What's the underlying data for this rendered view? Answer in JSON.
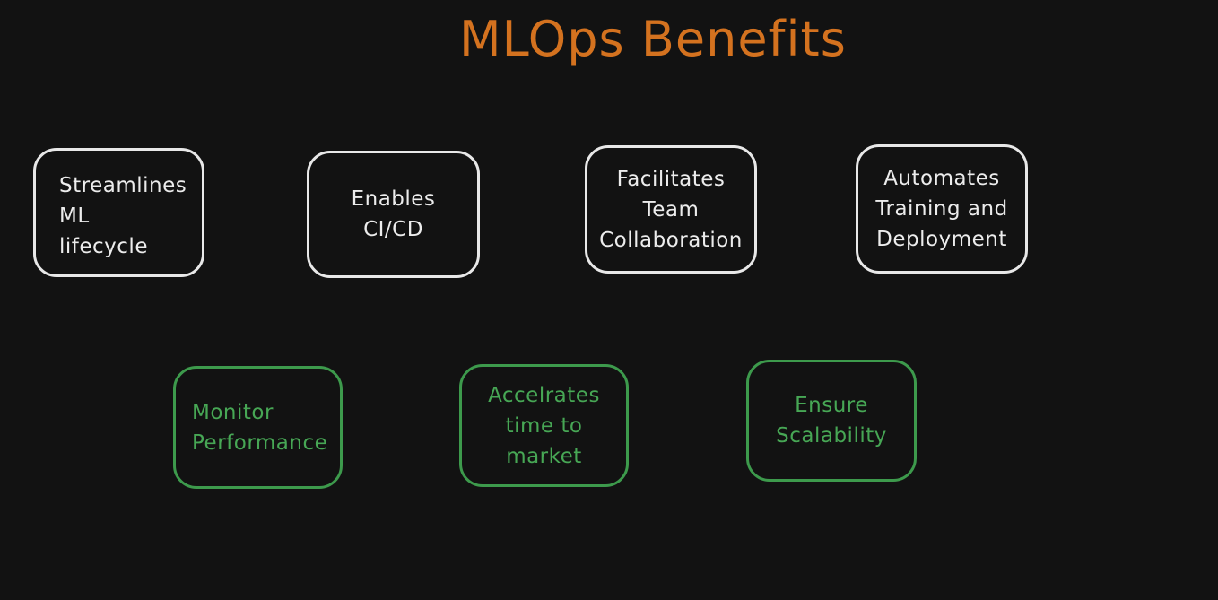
{
  "title": "MLOps Benefits",
  "colors": {
    "background": "#121212",
    "title": "#d4721f",
    "primary_box": "#e8e8e8",
    "secondary_box": "#3d9a4c"
  },
  "boxes": [
    {
      "lines": [
        "Streamlines",
        "ML",
        "lifecycle"
      ]
    },
    {
      "lines": [
        "Enables",
        "CI/CD"
      ]
    },
    {
      "lines": [
        "Facilitates",
        "Team",
        "Collaboration"
      ]
    },
    {
      "lines": [
        "Automates",
        "Training and",
        "Deployment"
      ]
    },
    {
      "lines": [
        "Monitor",
        "Performance"
      ]
    },
    {
      "lines": [
        "Accelrates",
        "time to",
        "market"
      ]
    },
    {
      "lines": [
        "Ensure",
        "Scalability"
      ]
    }
  ]
}
